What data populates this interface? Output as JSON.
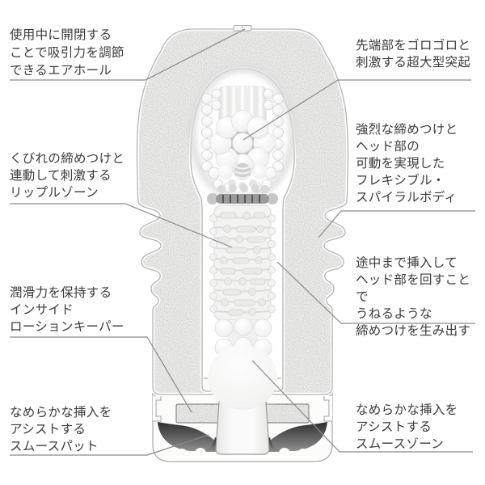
{
  "colors": {
    "ink": "#3a3a3a",
    "callout_line": "#8a8a8a",
    "case_fill": "#ededeb",
    "case_outline": "#b4b4b4",
    "dark_base": "#363636",
    "background": "#ffffff"
  },
  "labels": {
    "air_hole": {
      "lines": [
        "使用中に開閉する",
        "ことで吸引力を調節",
        "できるエアホール"
      ]
    },
    "tip_bumps": {
      "lines": [
        "先端部をゴロゴロと",
        "刺激する超大型突起"
      ]
    },
    "spiral_body": {
      "lines": [
        "強烈な締めつけと",
        "ヘッド部の",
        "可動を実現した",
        "フレキシブル・",
        "スパイラルボディ"
      ]
    },
    "ripple_zone": {
      "lines": [
        "くびれの締めつけと",
        "連動して刺激する",
        "リップルゾーン"
      ]
    },
    "mid_insert": {
      "lines": [
        "途中まで挿入して",
        "ヘッド部を回すことで",
        "うねるような",
        "締めつけを生み出す"
      ]
    },
    "lotion_keeper": {
      "lines": [
        "潤滑力を保持する",
        "インサイド",
        "ローションキーパー"
      ]
    },
    "smooth_pad": {
      "lines": [
        "なめらかな挿入を",
        "アシストする",
        "スムースパット"
      ]
    },
    "smooth_zone": {
      "lines": [
        "なめらかな挿入を",
        "アシストする",
        "スムースゾーン"
      ]
    }
  }
}
